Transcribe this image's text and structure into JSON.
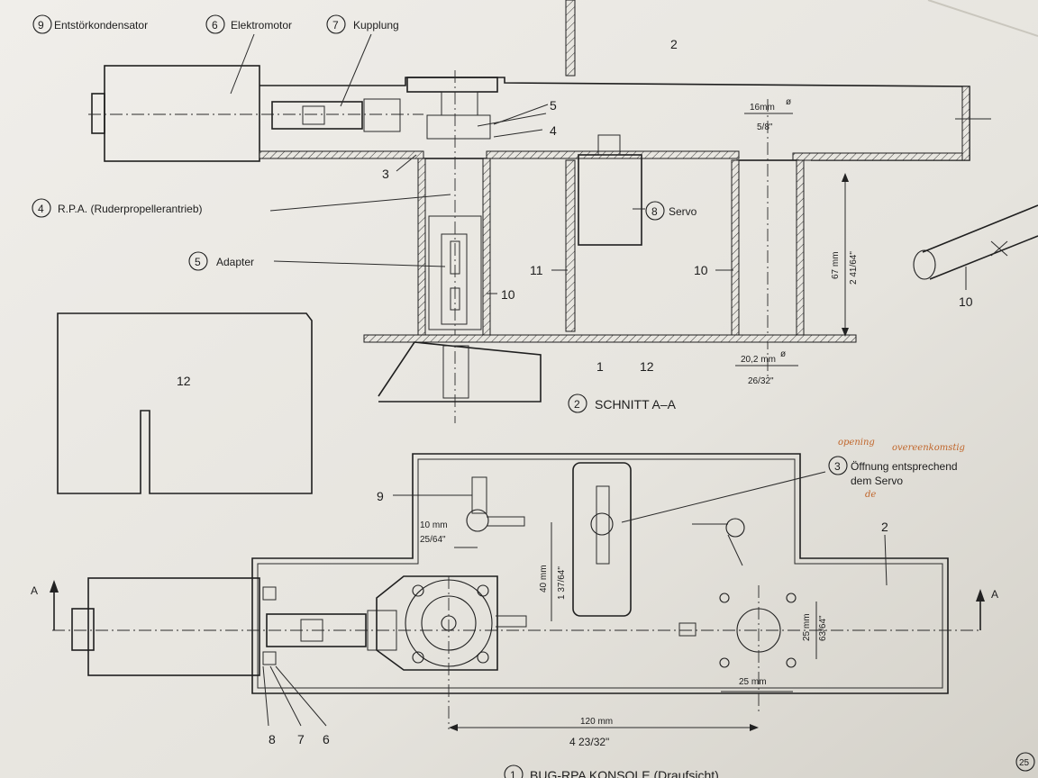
{
  "labels": {
    "c9": "9",
    "entstoer": "Entstörkondensator",
    "c6": "6",
    "elektromotor": "Elektromotor",
    "c7": "7",
    "kupplung": "Kupplung",
    "n2_top": "2",
    "n5_top": "5",
    "n4_top": "4",
    "n3_top": "3",
    "c4": "4",
    "rpa": "R.P.A. (Ruderpropellerantrieb)",
    "c5": "5",
    "adapter": "Adapter",
    "c8": "8",
    "servo": "Servo",
    "n11": "11",
    "n10_left": "10",
    "n10_mid": "10",
    "n10_right": "10",
    "n1": "1",
    "n12_bottom": "12",
    "n12_panel": "12",
    "dim_16mm": "16mm",
    "phi_16": "ø",
    "dim_58": "5/8\"",
    "dim_67mm": "67 mm",
    "dim_241": "2 41/64\"",
    "dim_202": "20,2 mm",
    "phi_202": "ø",
    "dim_2632": "26/32\"",
    "c2": "2",
    "schnitt": "SCHNITT A–A",
    "hw_opening": "opening",
    "hw_overeen": "overeenkomstig",
    "c3": "3",
    "oeffnung1": "Öffnung entsprechend",
    "oeffnung2": "dem Servo",
    "hw_de": "de",
    "n9_bottom": "9",
    "n2_bottom": "2",
    "dim_10mm": "10 mm",
    "dim_2564": "25/64\"",
    "dim_40mm": "40 mm",
    "dim_13764": "1 37/64\"",
    "dim_25mm_v": "25 mm",
    "dim_6364": "63/64\"",
    "dim_25mm_h": "25 mm",
    "dim_120mm": "120 mm",
    "dim_42332": "4 23/32\"",
    "a_left": "A",
    "a_right": "A",
    "n8": "8",
    "n7": "7",
    "n6": "6",
    "page_num": "25",
    "c1": "1",
    "bug_title": "BUG-RPA KONSOLE (Draufsicht)"
  }
}
